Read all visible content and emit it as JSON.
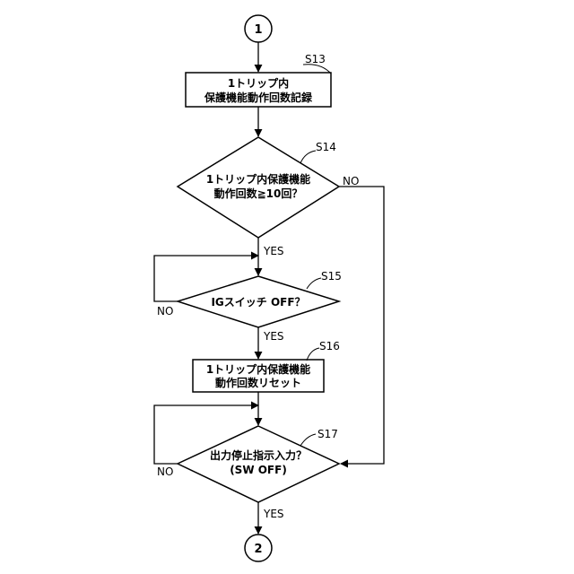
{
  "flowchart": {
    "start_connector": "1",
    "end_connector": "2",
    "s13": {
      "step": "S13",
      "line1": "1トリップ内",
      "line2": "保護機能動作回数記録"
    },
    "s14": {
      "step": "S14",
      "line1": "1トリップ内保護機能",
      "line2": "動作回数≧10回？",
      "yes": "YES",
      "no": "NO"
    },
    "s15": {
      "step": "S15",
      "line1": "IGスイッチ OFF？",
      "yes": "YES",
      "no": "NO"
    },
    "s16": {
      "step": "S16",
      "line1": "1トリップ内保護機能",
      "line2": "動作回数リセット"
    },
    "s17": {
      "step": "S17",
      "line1": "出力停止指示入力？",
      "line2": "(SW OFF)",
      "yes": "YES",
      "no": "NO"
    }
  }
}
